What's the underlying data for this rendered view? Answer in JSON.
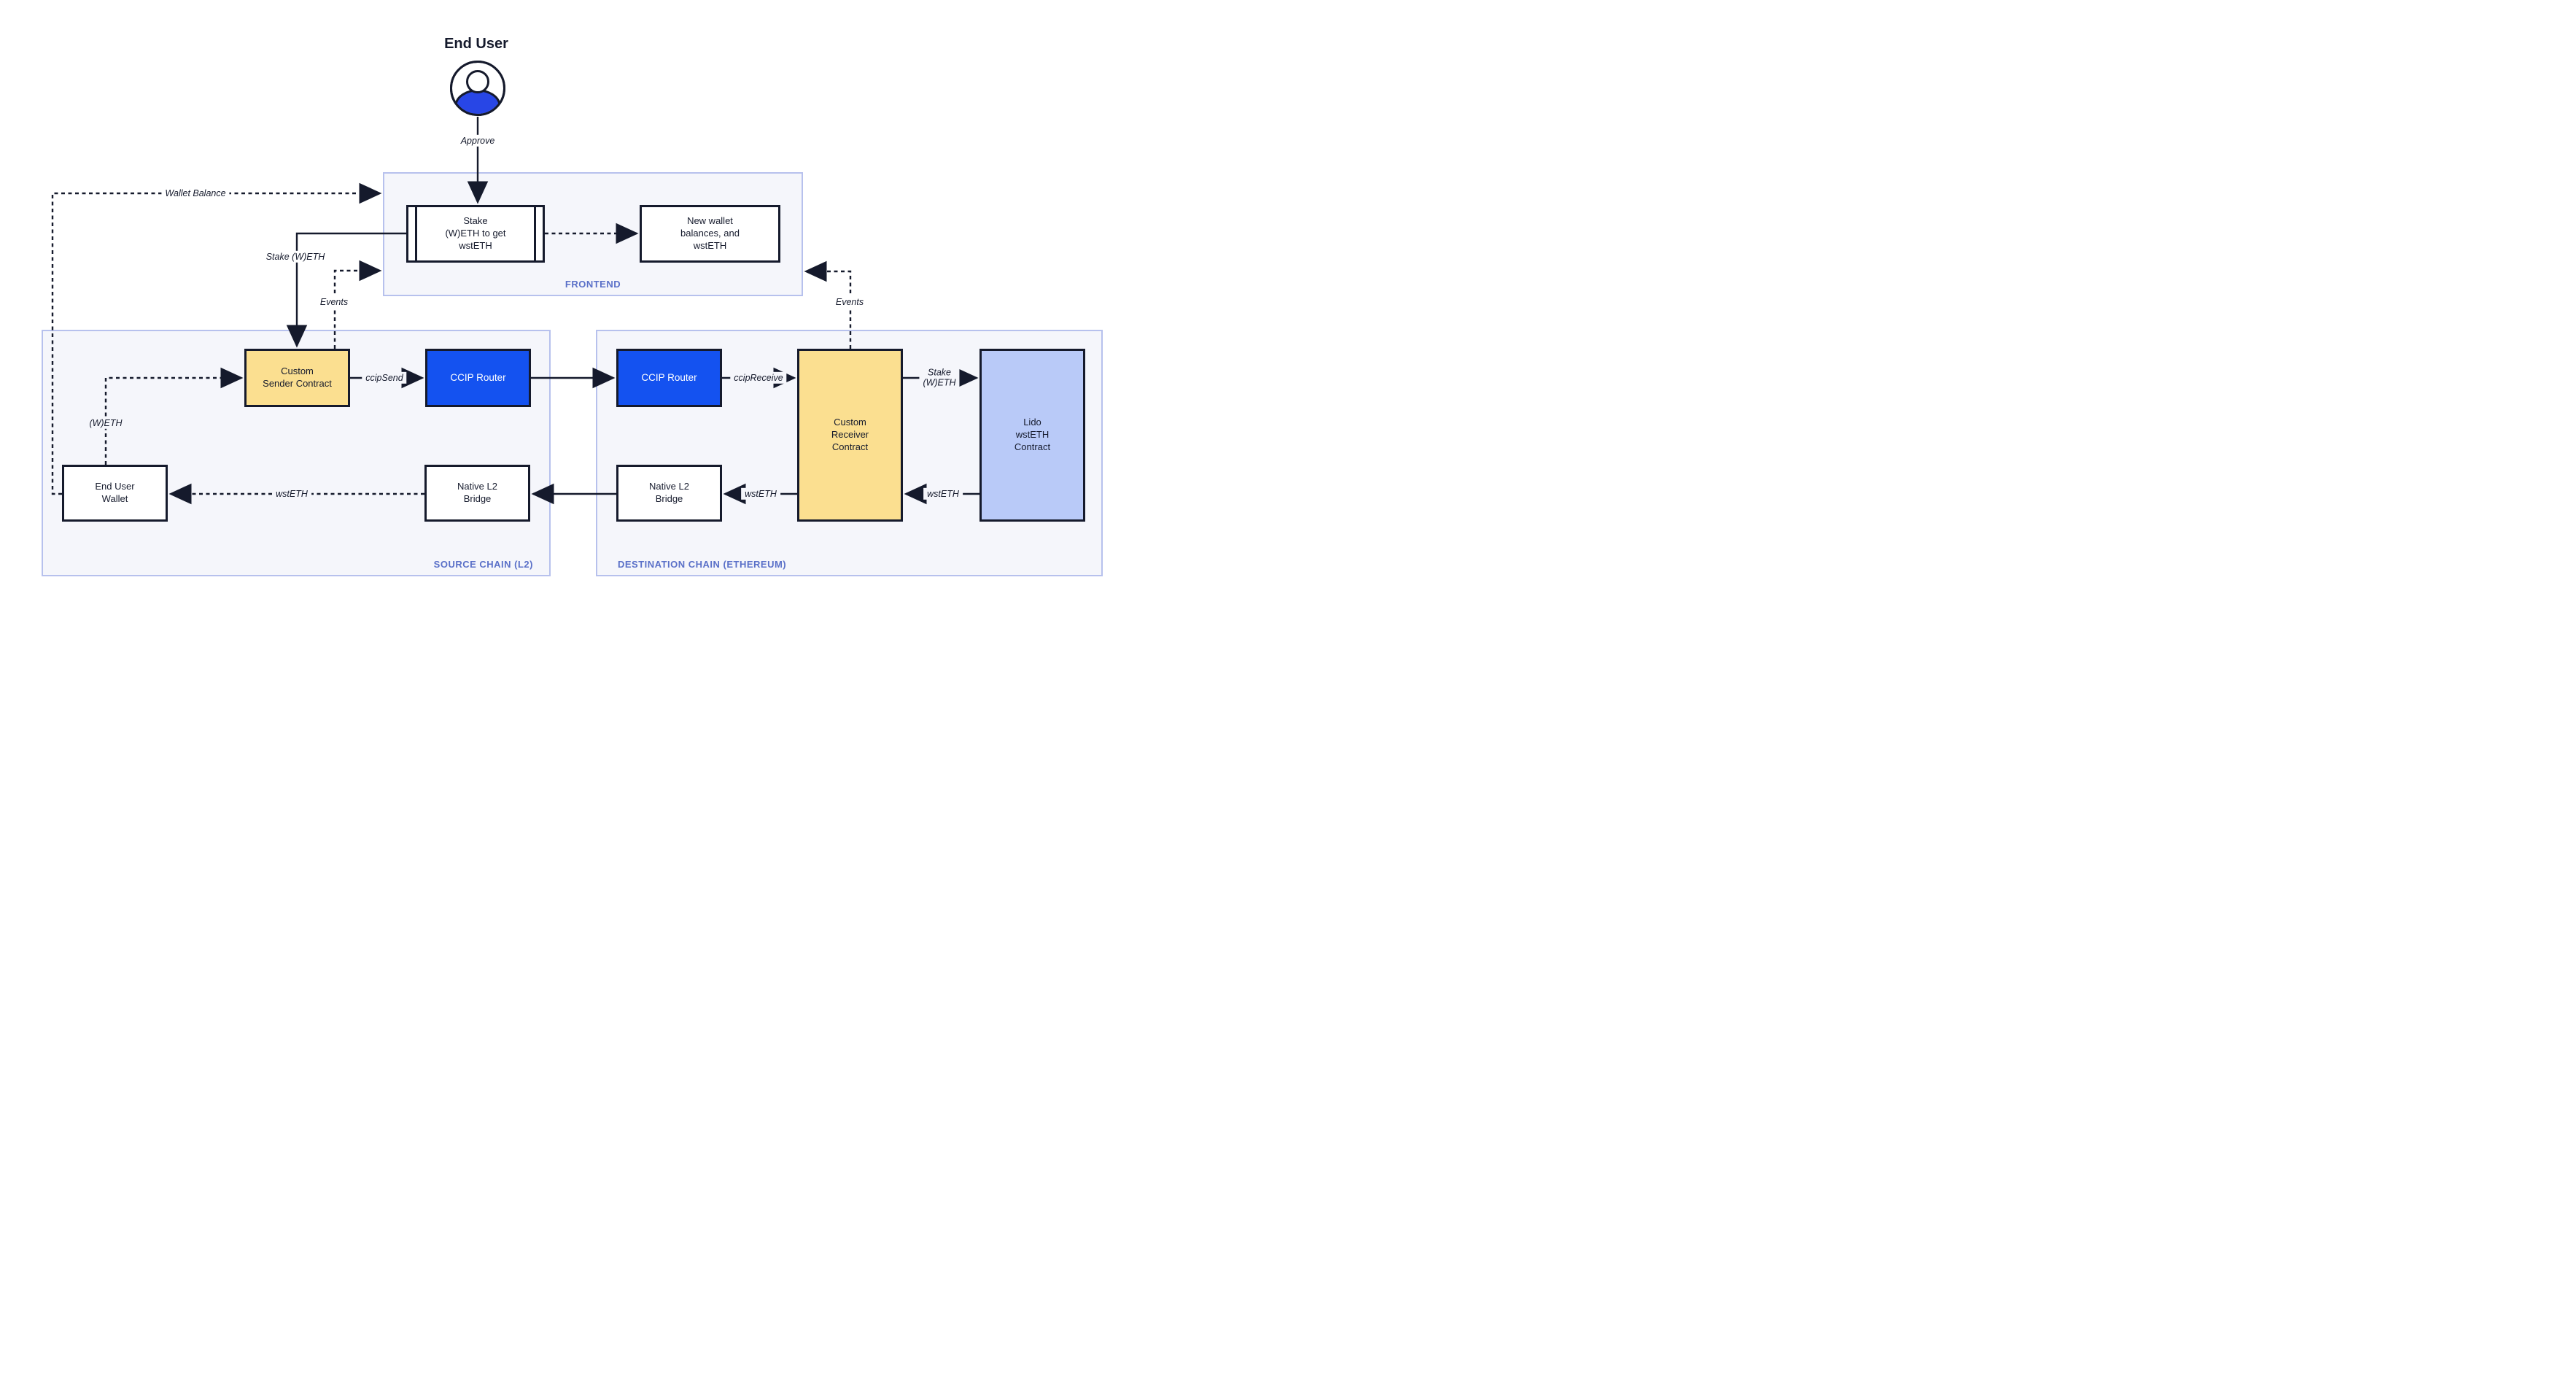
{
  "diagram": {
    "title": "End User",
    "containers": {
      "frontend": {
        "label": "FRONTEND"
      },
      "source": {
        "label": "SOURCE CHAIN (L2)"
      },
      "destination": {
        "label": "DESTINATION CHAIN (ETHEREUM)"
      }
    },
    "nodes": {
      "stake_box": {
        "label": "Stake\n(W)ETH to get\nwstETH"
      },
      "new_wallet": {
        "label": "New wallet\nbalances, and\nwstETH"
      },
      "custom_sender": {
        "label": "Custom\nSender Contract"
      },
      "ccip_router_source": {
        "label": "CCIP Router"
      },
      "ccip_router_destination": {
        "label": "CCIP Router"
      },
      "custom_receiver": {
        "label": "Custom\nReceiver\nContract"
      },
      "lido_contract": {
        "label": "Lido\nwstETH\nContract"
      },
      "bridge_source": {
        "label": "Native L2\nBridge"
      },
      "bridge_destination": {
        "label": "Native L2\nBridge"
      },
      "end_user_wallet": {
        "label": "End User\nWallet"
      }
    },
    "edge_labels": {
      "approve": "Approve",
      "wallet_balance": "Wallet Balance",
      "stake_weth_left": "Stake (W)ETH",
      "events_left": "Events",
      "events_right": "Events",
      "weth": "(W)ETH",
      "ccip_send": "ccipSend",
      "ccip_receive": "ccipReceive",
      "stake_weth_right": "Stake\n(W)ETH",
      "wsteth_to_receiver": "wstETH",
      "wsteth_to_bridge": "wstETH",
      "wsteth_to_wallet": "wstETH"
    },
    "colors": {
      "ink": "#151A2C",
      "router_blue": "#1452F0",
      "icon_blue": "#2846E6",
      "contract_yellow": "#FBDF90",
      "lido_periwinkle": "#B9CAF8",
      "container_bg": "#F5F6FB",
      "container_border": "#B7C1ED",
      "container_label": "#5A70C8"
    }
  }
}
